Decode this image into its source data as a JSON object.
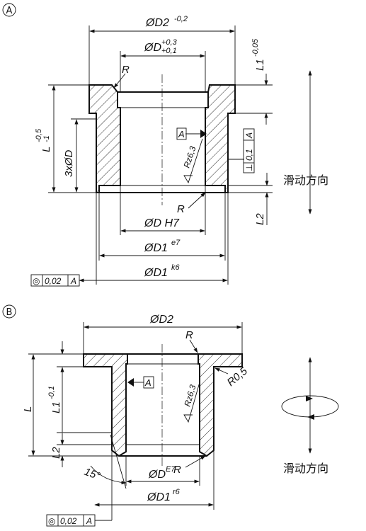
{
  "view_a": {
    "marker": "A",
    "dims": {
      "d2": "ØD2",
      "d2_tol": "-0,2",
      "d": "ØD",
      "d_tol_upper": "+0,3",
      "d_tol_lower": "+0,1",
      "radius": "R",
      "l1": "L1",
      "l1_tol": "-0,05",
      "l": "L",
      "l_tol_upper": "-0,5",
      "l_tol_lower": "-1",
      "holes": "3xØD",
      "roughness": "Rz6,3",
      "datum": "A",
      "perp_symbol": "⊥",
      "perp_value": "0,1",
      "perp_datum": "A",
      "l2": "L2",
      "dh7": "ØD H7",
      "d1": "ØD1",
      "d1_tol": "e7",
      "d1k": "ØD1",
      "d1k_tol": "k6",
      "conc_symbol": "◎",
      "conc_value": "0,02",
      "conc_datum": "A"
    },
    "direction_label": "滑动方向"
  },
  "view_b": {
    "marker": "B",
    "dims": {
      "d2": "ØD2",
      "radius_top": "R",
      "r05": "R0,5",
      "l": "L",
      "l1": "L1",
      "l1_tol": "-0,1",
      "datum": "A",
      "roughness": "Rz6,3",
      "l2": "L2",
      "angle": "15°",
      "radius_bottom": "R",
      "de7": "ØD",
      "de7_tol": "E7",
      "d1": "ØD1",
      "d1_tol": "r6",
      "conc_symbol": "◎",
      "conc_value": "0,02",
      "conc_datum": "A"
    },
    "direction_label": "滑动方向"
  }
}
